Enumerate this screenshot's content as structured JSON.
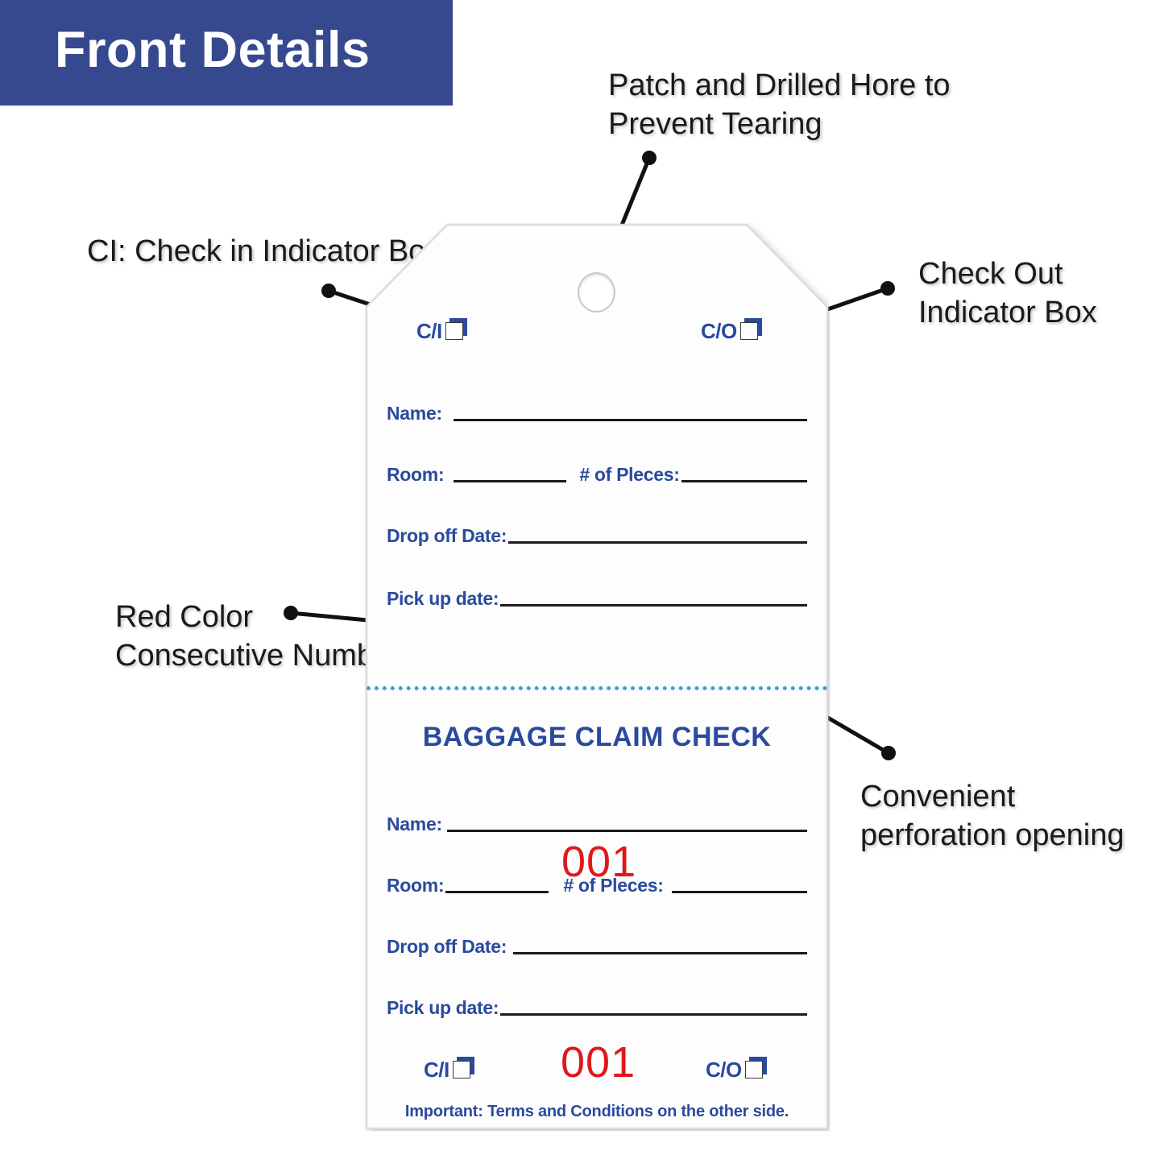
{
  "header": {
    "title": "Front Details",
    "banner_color": "#36498f"
  },
  "annotations": [
    {
      "id": "patch",
      "text": "Patch and Drilled Hore to\nPrevent Tearing"
    },
    {
      "id": "check_in",
      "text": "CI:  Check in Indicator Box"
    },
    {
      "id": "check_out",
      "text": "Check Out\nIndicator Box"
    },
    {
      "id": "red_number",
      "text": "Red Color\nConsecutive Numbering"
    },
    {
      "id": "perforation",
      "text": "Convenient\nperforation opening"
    }
  ],
  "tag": {
    "top_section": {
      "check_in_label": "C/I",
      "check_out_label": "C/O",
      "fields": [
        {
          "label": "Name:"
        },
        {
          "label": "Room:"
        },
        {
          "label": "# of Pleces:"
        },
        {
          "label": "Drop off Date:"
        },
        {
          "label": "Pick up date:"
        }
      ],
      "serial_number": "001"
    },
    "bottom_section": {
      "title": "BAGGAGE CLAIM  CHECK",
      "fields": [
        {
          "label": "Name:"
        },
        {
          "label": "Room:"
        },
        {
          "label": "# of Pleces:"
        },
        {
          "label": "Drop off Date:"
        },
        {
          "label": "Pick up date:"
        }
      ],
      "check_in_label": "C/I",
      "check_out_label": "C/O",
      "serial_number": "001",
      "footer_note": "Important: Terms and Conditions on the other side."
    },
    "colors": {
      "ink_blue": "#2a4a9e",
      "serial_red": "#e0181b",
      "perforation_blue": "#3d9fd8"
    }
  }
}
